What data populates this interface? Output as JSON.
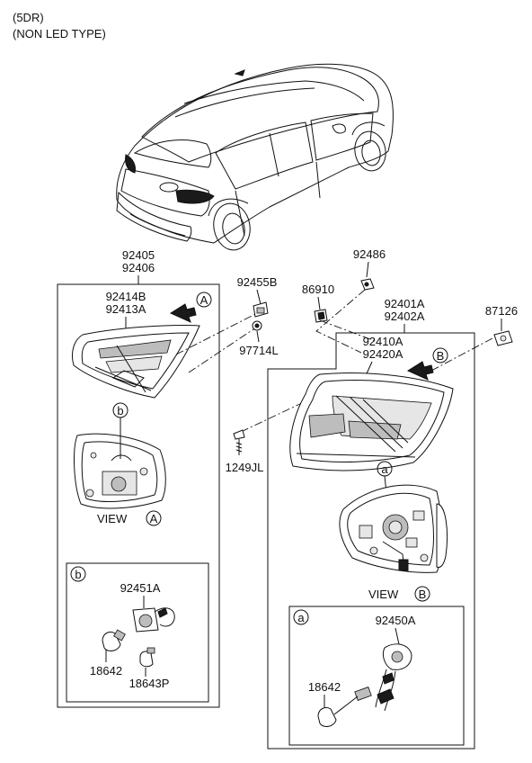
{
  "header": {
    "line1": "(5DR)",
    "line2": "(NON LED TYPE)"
  },
  "labels": {
    "p92405": "92405",
    "p92406": "92406",
    "p92414B": "92414B",
    "p92413A": "92413A",
    "p92455B": "92455B",
    "p97714L": "97714L",
    "p86910": "86910",
    "p92486": "92486",
    "p92401A": "92401A",
    "p92402A": "92402A",
    "p87126": "87126",
    "p92410A": "92410A",
    "p92420A": "92420A",
    "p1249JL": "1249JL",
    "p92451A": "92451A",
    "p18642_left": "18642",
    "p18643P": "18643P",
    "p92450A": "92450A",
    "p18642_right": "18642"
  },
  "views": {
    "view_a_word": "VIEW",
    "view_a_letter": "A",
    "view_b_word": "VIEW",
    "view_b_letter": "B"
  },
  "callouts": {
    "arrow_a": "A",
    "arrow_b": "B",
    "bubble_b": "b",
    "bubble_a": "a",
    "box_b_tag": "b",
    "box_a_tag": "a"
  }
}
